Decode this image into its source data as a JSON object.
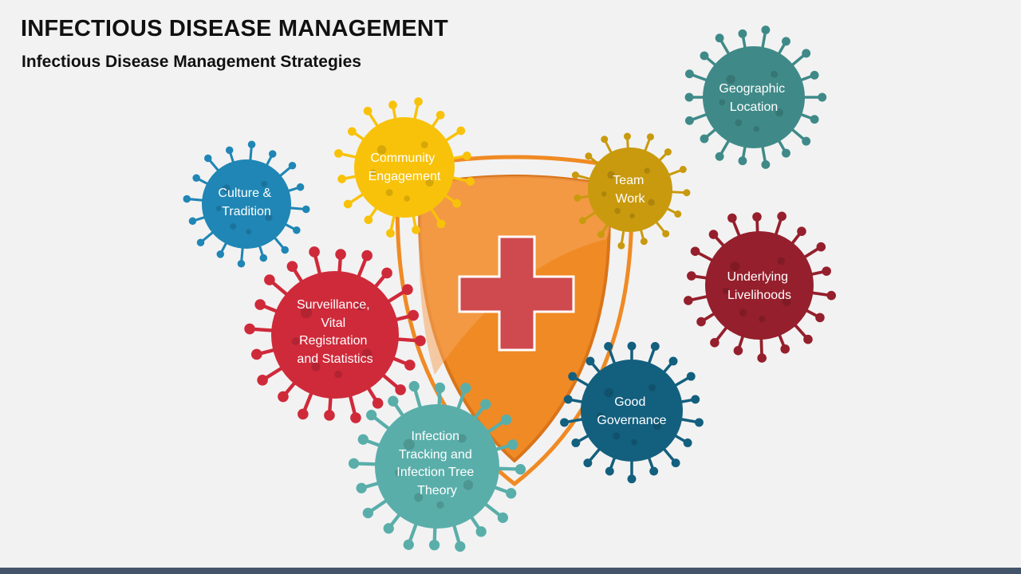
{
  "title": "INFECTIOUS DISEASE MANAGEMENT",
  "subtitle": "Infectious Disease Management Strategies",
  "colors": {
    "shield": "#f08a24",
    "shield_light": "#f5a65e",
    "cross": "#cf4a4e",
    "background": "#f2f2f2",
    "bottom_bar": "#44546a"
  },
  "center_icon": "shield-with-medical-cross-icon",
  "strategies": [
    {
      "id": "culture-tradition",
      "label_lines": [
        "Culture &",
        "Tradition"
      ],
      "color": "#1f86b5",
      "icon": "virus-icon"
    },
    {
      "id": "community-engagement",
      "label_lines": [
        "Community",
        "Engagement"
      ],
      "color": "#f8c20a",
      "icon": "virus-icon"
    },
    {
      "id": "team-work",
      "label_lines": [
        "Team",
        "Work"
      ],
      "color": "#c99a0e",
      "icon": "virus-icon"
    },
    {
      "id": "geographic-location",
      "label_lines": [
        "Geographic",
        "Location"
      ],
      "color": "#3f8a88",
      "icon": "virus-icon"
    },
    {
      "id": "underlying-livelihoods",
      "label_lines": [
        "Underlying",
        "Livelihoods"
      ],
      "color": "#951f2c",
      "icon": "virus-icon"
    },
    {
      "id": "surveillance",
      "label_lines": [
        "Surveillance,",
        "Vital",
        "Registration",
        "and Statistics"
      ],
      "color": "#cf2a3a",
      "icon": "virus-icon"
    },
    {
      "id": "good-governance",
      "label_lines": [
        "Good",
        "Governance"
      ],
      "color": "#135f7e",
      "icon": "virus-icon"
    },
    {
      "id": "infection-tracking",
      "label_lines": [
        "Infection",
        "Tracking and",
        "Infection Tree",
        "Theory"
      ],
      "color": "#5aaeaa",
      "icon": "virus-icon"
    }
  ]
}
